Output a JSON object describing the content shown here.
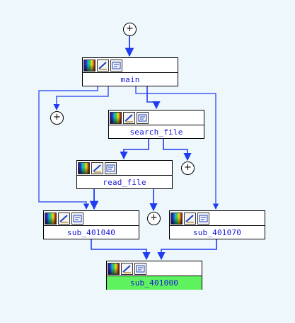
{
  "colors": {
    "edge": "#1f3cf0",
    "edge_thin": "#4b73e0",
    "entry_fill": "#5ff25f",
    "node_text": "#1b1bd6",
    "background": "#eef7fc"
  },
  "toolbar_icons": [
    "color-palette-icon",
    "rename-icon",
    "group-icon"
  ],
  "collapsed_glyph": "+",
  "nodes": {
    "main": {
      "label": "main"
    },
    "search_file": {
      "label": "search_file"
    },
    "read_file": {
      "label": "read_file"
    },
    "sub_401040": {
      "label": "sub_401040"
    },
    "sub_401070": {
      "label": "sub_401070"
    },
    "sub_401000": {
      "label": "sub_401000"
    }
  }
}
